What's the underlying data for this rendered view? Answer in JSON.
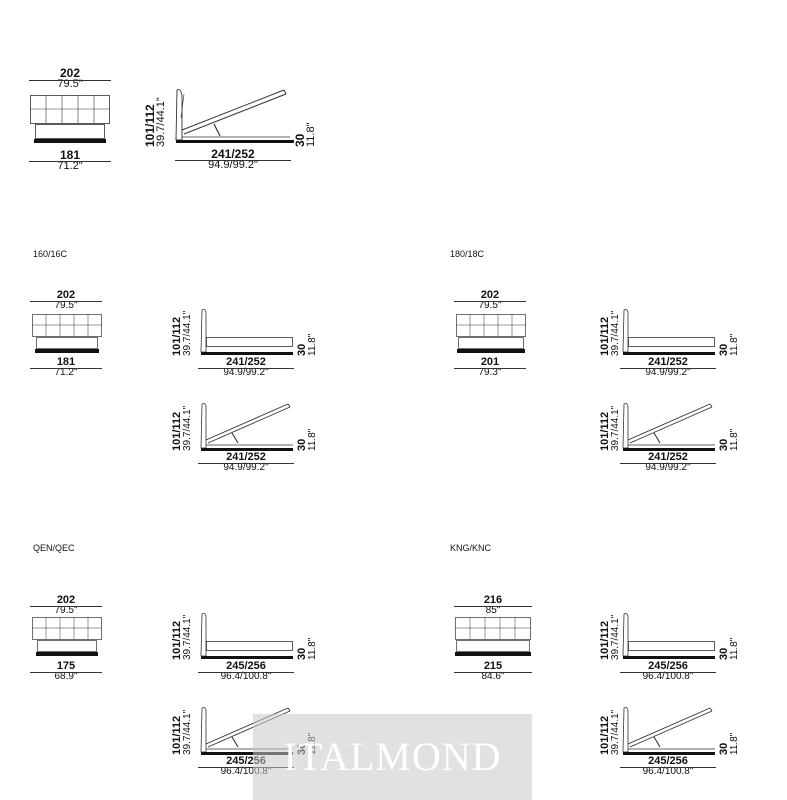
{
  "top": {
    "front": {
      "top_main": "202",
      "top_sub": "79.5\"",
      "bot_main": "181",
      "bot_sub": "71.2\""
    },
    "side": {
      "h_main": "101/112",
      "h_sub": "39.7/44.1\"",
      "l_main": "241/252",
      "l_sub": "94.9/99.2\"",
      "r_main": "30",
      "r_sub": "11.8\""
    }
  },
  "models": [
    {
      "code": "160/16C",
      "front": {
        "top_main": "202",
        "top_sub": "79.5\"",
        "bot_main": "181",
        "bot_sub": "71.2\""
      },
      "side": {
        "h_main": "101/112",
        "h_sub": "39.7/44.1\"",
        "l_main": "241/252",
        "l_sub": "94.9/99.2\"",
        "r_main": "30",
        "r_sub": "11.8\""
      }
    },
    {
      "code": "180/18C",
      "front": {
        "top_main": "202",
        "top_sub": "79.5\"",
        "bot_main": "201",
        "bot_sub": "79.3\""
      },
      "side": {
        "h_main": "101/112",
        "h_sub": "39.7/44.1\"",
        "l_main": "241/252",
        "l_sub": "94.9/99.2\"",
        "r_main": "30",
        "r_sub": "11.8\""
      }
    },
    {
      "code": "QEN/QEC",
      "front": {
        "top_main": "202",
        "top_sub": "79.5\"",
        "bot_main": "175",
        "bot_sub": "68.9\""
      },
      "side": {
        "h_main": "101/112",
        "h_sub": "39.7/44.1\"",
        "l_main": "245/256",
        "l_sub": "96.4/100.8\"",
        "r_main": "30",
        "r_sub": "11.8\""
      }
    },
    {
      "code": "KNG/KNC",
      "front": {
        "top_main": "216",
        "top_sub": "85\"",
        "bot_main": "215",
        "bot_sub": "84.6\""
      },
      "side": {
        "h_main": "101/112",
        "h_sub": "39.7/44.1\"",
        "l_main": "245/256",
        "l_sub": "96.4/100.8\"",
        "r_main": "30",
        "r_sub": "11.8\""
      }
    }
  ],
  "watermark": "ITALMOND"
}
